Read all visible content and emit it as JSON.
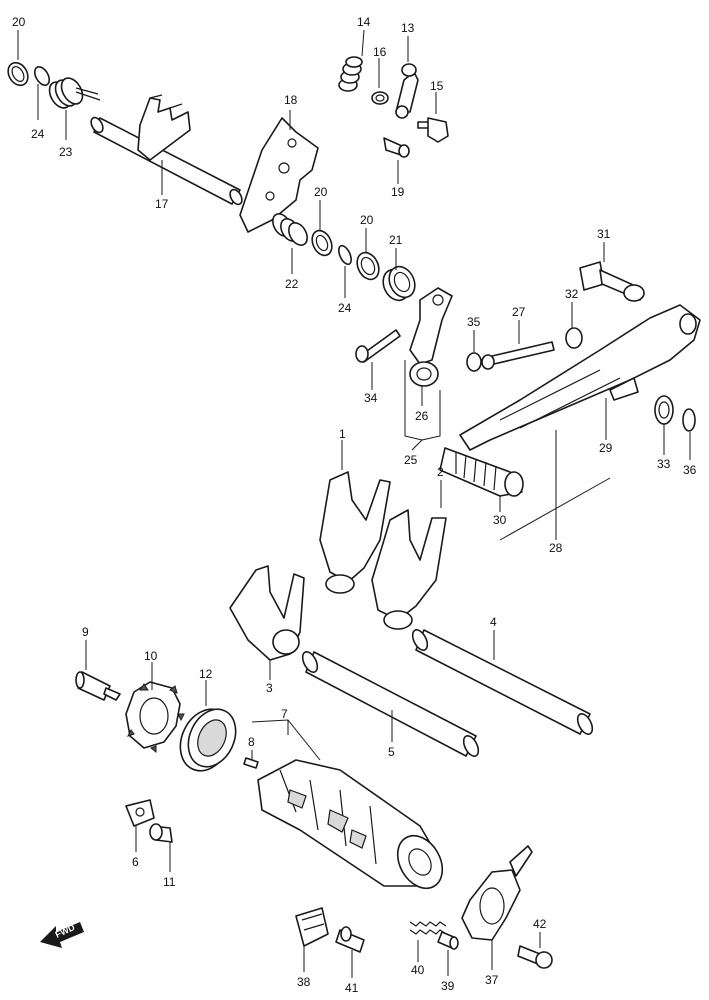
{
  "diagram": {
    "parts": [
      {
        "id": "p20a",
        "num": "20"
      },
      {
        "id": "p24a",
        "num": "24"
      },
      {
        "id": "p23",
        "num": "23"
      },
      {
        "id": "p17",
        "num": "17"
      },
      {
        "id": "p14",
        "num": "14"
      },
      {
        "id": "p16",
        "num": "16"
      },
      {
        "id": "p13",
        "num": "13"
      },
      {
        "id": "p15",
        "num": "15"
      },
      {
        "id": "p19",
        "num": "19"
      },
      {
        "id": "p18",
        "num": "18"
      },
      {
        "id": "p20b",
        "num": "20"
      },
      {
        "id": "p20c",
        "num": "20"
      },
      {
        "id": "p21",
        "num": "21"
      },
      {
        "id": "p22",
        "num": "22"
      },
      {
        "id": "p24b",
        "num": "24"
      },
      {
        "id": "p31",
        "num": "31"
      },
      {
        "id": "p32",
        "num": "32"
      },
      {
        "id": "p27",
        "num": "27"
      },
      {
        "id": "p35",
        "num": "35"
      },
      {
        "id": "p34",
        "num": "34"
      },
      {
        "id": "p26",
        "num": "26"
      },
      {
        "id": "p25",
        "num": "25"
      },
      {
        "id": "p33",
        "num": "33"
      },
      {
        "id": "p36",
        "num": "36"
      },
      {
        "id": "p29",
        "num": "29"
      },
      {
        "id": "p30",
        "num": "30"
      },
      {
        "id": "p28",
        "num": "28"
      },
      {
        "id": "p1",
        "num": "1"
      },
      {
        "id": "p2",
        "num": "2"
      },
      {
        "id": "p3",
        "num": "3"
      },
      {
        "id": "p4",
        "num": "4"
      },
      {
        "id": "p9",
        "num": "9"
      },
      {
        "id": "p10",
        "num": "10"
      },
      {
        "id": "p12",
        "num": "12"
      },
      {
        "id": "p7",
        "num": "7"
      },
      {
        "id": "p8",
        "num": "8"
      },
      {
        "id": "p5",
        "num": "5"
      },
      {
        "id": "p6",
        "num": "6"
      },
      {
        "id": "p11",
        "num": "11"
      },
      {
        "id": "p38",
        "num": "38"
      },
      {
        "id": "p41",
        "num": "41"
      },
      {
        "id": "p40",
        "num": "40"
      },
      {
        "id": "p39",
        "num": "39"
      },
      {
        "id": "p37",
        "num": "37"
      },
      {
        "id": "p42",
        "num": "42"
      }
    ],
    "front_indicator": "FWD"
  }
}
